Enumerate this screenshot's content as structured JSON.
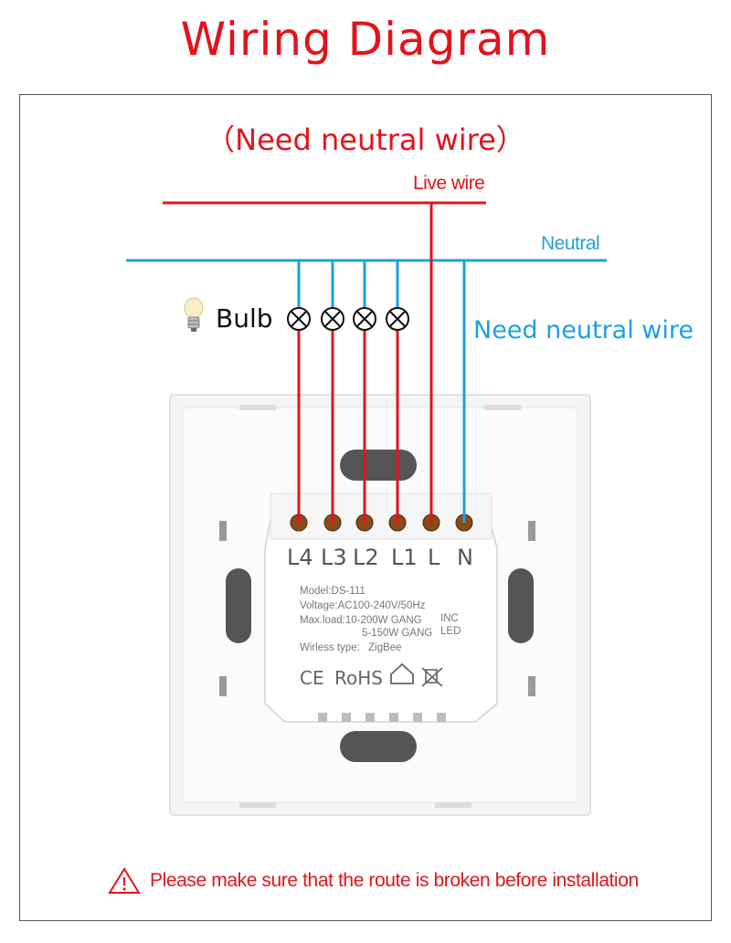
{
  "title": "Wiring Diagram",
  "subtitle": "（Need neutral wire）",
  "wires": {
    "live_label": "Live wire",
    "neutral_label": "Neutral",
    "need_neutral_label": "Need neutral wire",
    "live_color": "#e3131b",
    "neutral_color": "#1da1e0"
  },
  "bulb": {
    "label": "Bulb",
    "icon": "light-bulb-icon",
    "count": 4
  },
  "terminals": [
    "L4",
    "L3",
    "L2",
    "L1",
    "L",
    "N"
  ],
  "module": {
    "model": "Model:DS-111",
    "voltage": "Voltage:AC100-240V/50Hz",
    "max_load": "Max.load:10-200W GANG",
    "max_load_suffix": "INC",
    "max_load_2": "5-150W GANG",
    "max_load_2_suffix": "LED",
    "wireless": "Wirless type:",
    "wireless_value": "ZigBee",
    "cert_ce": "CE",
    "cert_rohs": "RoHS"
  },
  "warning": {
    "text": "Please make sure that the route is broken before installation",
    "icon": "warning-triangle-icon"
  }
}
